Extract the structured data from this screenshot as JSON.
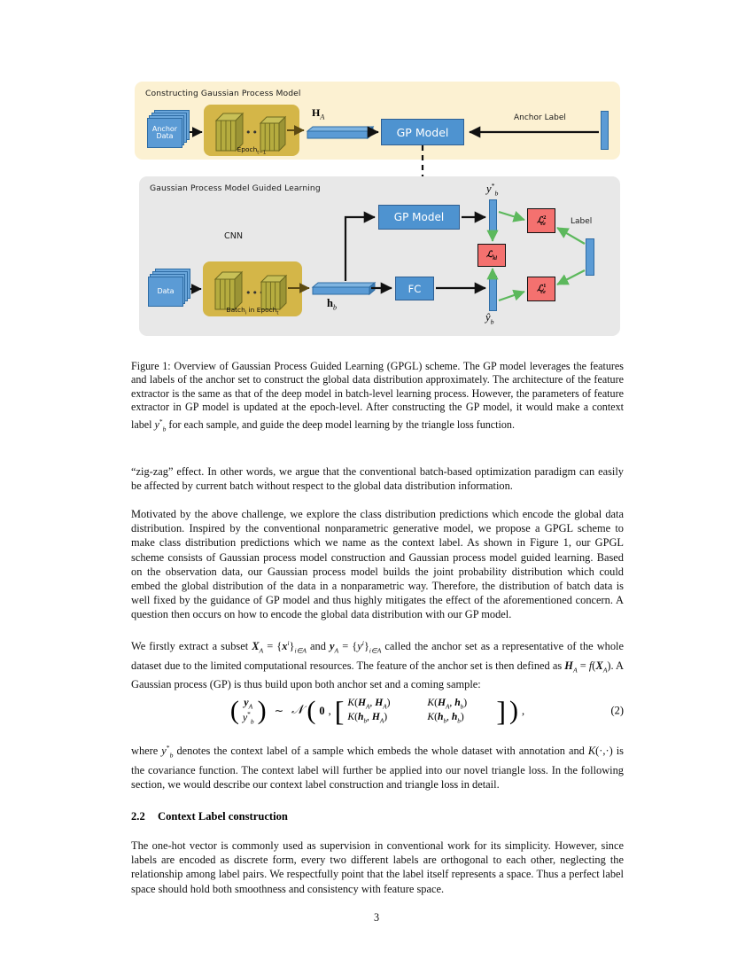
{
  "figure": {
    "top_panel": {
      "title": "Constructing Gaussian Process Model",
      "data_block_line1": "Anchor",
      "data_block_line2": "Data",
      "cnn_caption": "Epoch",
      "cnn_caption_sub": "t−1",
      "feature_label": "H",
      "feature_label_sub": "A",
      "gp_model": "GP Model",
      "anchor_label": "Anchor Label"
    },
    "bottom_panel": {
      "title": "Gaussian Process Model Guided Learning",
      "cnn_title": "CNN",
      "data_block": "Data",
      "cnn_caption_pre": "Batch",
      "cnn_caption_sub1": "i",
      "cnn_caption_mid": " in Epoch",
      "cnn_caption_sub2": "t",
      "feature_label": "h",
      "feature_label_sub": "b",
      "gp_model": "GP Model",
      "fc": "FC",
      "context_label_top": "y*b",
      "pred_label_bottom": "ŷb",
      "loss_kl": "Lkl",
      "loss_ce2": "L2ce",
      "loss_ce1": "L1ce",
      "label_text": "Label"
    },
    "colors": {
      "top_panel_bg": "#fcf1d2",
      "bottom_panel_bg": "#e8e8e8",
      "blue_box": "#4e93d0",
      "blue_bar": "#5b9bd5",
      "olive_block": "#d4b648",
      "olive_cube": "#b5ac3f",
      "red_loss": "#f4716f",
      "green_arrow": "#5cb85c",
      "black_arrow": "#111111"
    }
  },
  "caption": {
    "text": "Figure 1: Overview of Gaussian Process Guided Learning (GPGL) scheme. The GP model leverages the features and labels of the anchor set to construct the global data distribution approximately. The architecture of the feature extractor is the same as that of the deep model in batch-level learning process. However, the parameters of feature extractor in GP model is updated at the epoch-level. After constructing the GP model, it would make a context label y*b for each sample, and guide the deep model learning by the triangle loss function."
  },
  "body": {
    "para1": "“zig-zag” effect. In other words, we argue that the conventional batch-based optimization paradigm can easily be affected by current batch without respect to the global data distribution information.",
    "para2": "Motivated by the above challenge, we explore the class distribution predictions which encode the global data distribution. Inspired by the conventional nonparametric generative model, we propose a GPGL scheme to make class distribution predictions which we name as the context label. As shown in Figure 1, our GPGL scheme consists of Gaussian process model construction and Gaussian process model guided learning. Based on the observation data, our Gaussian process model builds the joint probability distribution which could embed the global distribution of the data in a nonparametric way. Therefore, the distribution of batch data is well fixed by the guidance of GP model and thus highly mitigates the effect of the aforementioned concern. A question then occurs on how to encode the global data distribution with our GP model.",
    "para3_pre": "We firstly extract a subset ",
    "para3_post": " called the anchor set as a representative of the whole dataset due to the limited computational resources. The feature of the anchor set is then defined as ",
    "para3_end": ". A Gaussian process (GP) is thus build upon both anchor set and a coming sample:",
    "para4": "where y*b denotes the context label of a sample which embeds the whole dataset with annotation and K(·,·) is the covariance function. The context label will further be applied into our novel triangle loss. In the following section, we would describe our context label construction and triangle loss in detail.",
    "para5": "The one-hot vector is commonly used as supervision in conventional work for its simplicity. However, since labels are encoded as discrete form, every two different labels are orthogonal to each other, neglecting the relationship among label pairs. We respectfully point that the label itself represents a space. Thus a perfect label space should hold both smoothness and consistency with feature space."
  },
  "equation": {
    "number": "(2)",
    "lhs_top": "yA",
    "lhs_bottom": "y*b",
    "relation": "~ N ( 0,",
    "m11": "K(HA, HA)",
    "m12": "K(HA, hb)",
    "m21": "K(hb, HA)",
    "m22": "K(hb, hb)",
    "trailing": ")  ,"
  },
  "section": {
    "number": "2.2",
    "title": "Context Label construction"
  },
  "page_number": "3"
}
